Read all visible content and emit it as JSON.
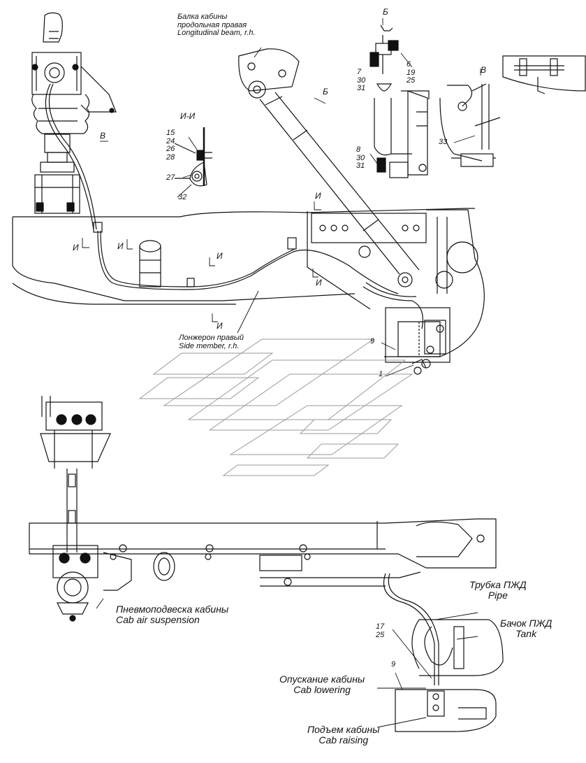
{
  "colors": {
    "ink": "#111111",
    "paper": "#ffffff"
  },
  "labels": {
    "beam": {
      "ru1": "Балка кабины",
      "ru2": "продольная правая",
      "en": "Longitudinal beam, r.h."
    },
    "side_member": {
      "ru": "Лонжерон правый",
      "en": "Side member, r.h."
    },
    "air_suspension": {
      "ru": "Пневмоподвеска кабины",
      "en": "Cab air suspension"
    },
    "pipe": {
      "ru": "Трубка ПЖД",
      "en": "Pipe"
    },
    "tank": {
      "ru": "Бачок ПЖД",
      "en": "Tank"
    },
    "lowering": {
      "ru": "Опускание кабины",
      "en": "Cab lowering"
    },
    "raising": {
      "ru": "Подъем кабины",
      "en": "Cab raising"
    }
  },
  "views": {
    "b_title": "Б",
    "v_title": "В",
    "b_arrow": "Б",
    "v_arrow": "В",
    "section_title": "И-И",
    "section_marks": [
      "И",
      "И",
      "И",
      "И",
      "И",
      "И"
    ]
  },
  "callouts": {
    "view_b_upper": [
      "7",
      "30",
      "31"
    ],
    "view_b_right": [
      "6",
      "19",
      "25"
    ],
    "view_b_lower": [
      "8",
      "30",
      "31"
    ],
    "view_v": "33",
    "section_ii": [
      "15",
      "24",
      "26",
      "28"
    ],
    "section_27": "27",
    "section_32": "32",
    "item_9": "9",
    "item_1": "1",
    "bottom_17_25": [
      "17",
      "25"
    ],
    "bottom_9": "9"
  }
}
